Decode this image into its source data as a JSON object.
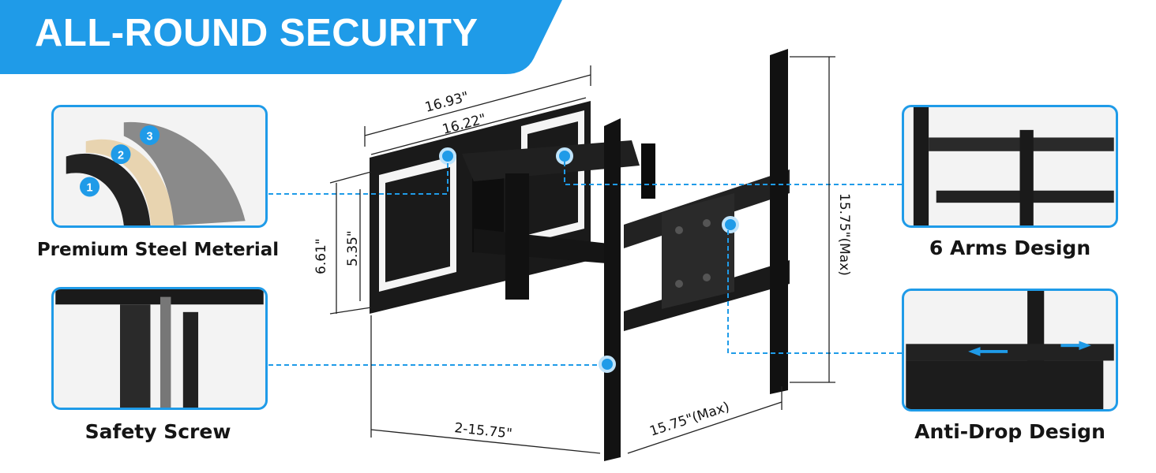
{
  "header": {
    "title": "ALL-ROUND SECURITY",
    "bg_color": "#1f9be8"
  },
  "accent_color": "#1f9be8",
  "features": [
    {
      "caption": "Premium Steel Meterial",
      "icon": "steel-layers-illustration",
      "layer_markers": [
        "1",
        "2",
        "3"
      ]
    },
    {
      "caption": "Safety Screw",
      "icon": "safety-screw-closeup"
    },
    {
      "caption": "6 Arms Design",
      "icon": "arms-closeup"
    },
    {
      "caption": "Anti-Drop Design",
      "icon": "anti-drop-closeup"
    }
  ],
  "dimensions": {
    "top_outer": "16.93\"",
    "top_inner": "16.22\"",
    "left_outer": "6.61\"",
    "left_inner": "5.35\"",
    "right_height": "15.75\"(Max)",
    "bottom_extension": "2-15.75\"",
    "bottom_width": "15.75\"(Max)"
  }
}
